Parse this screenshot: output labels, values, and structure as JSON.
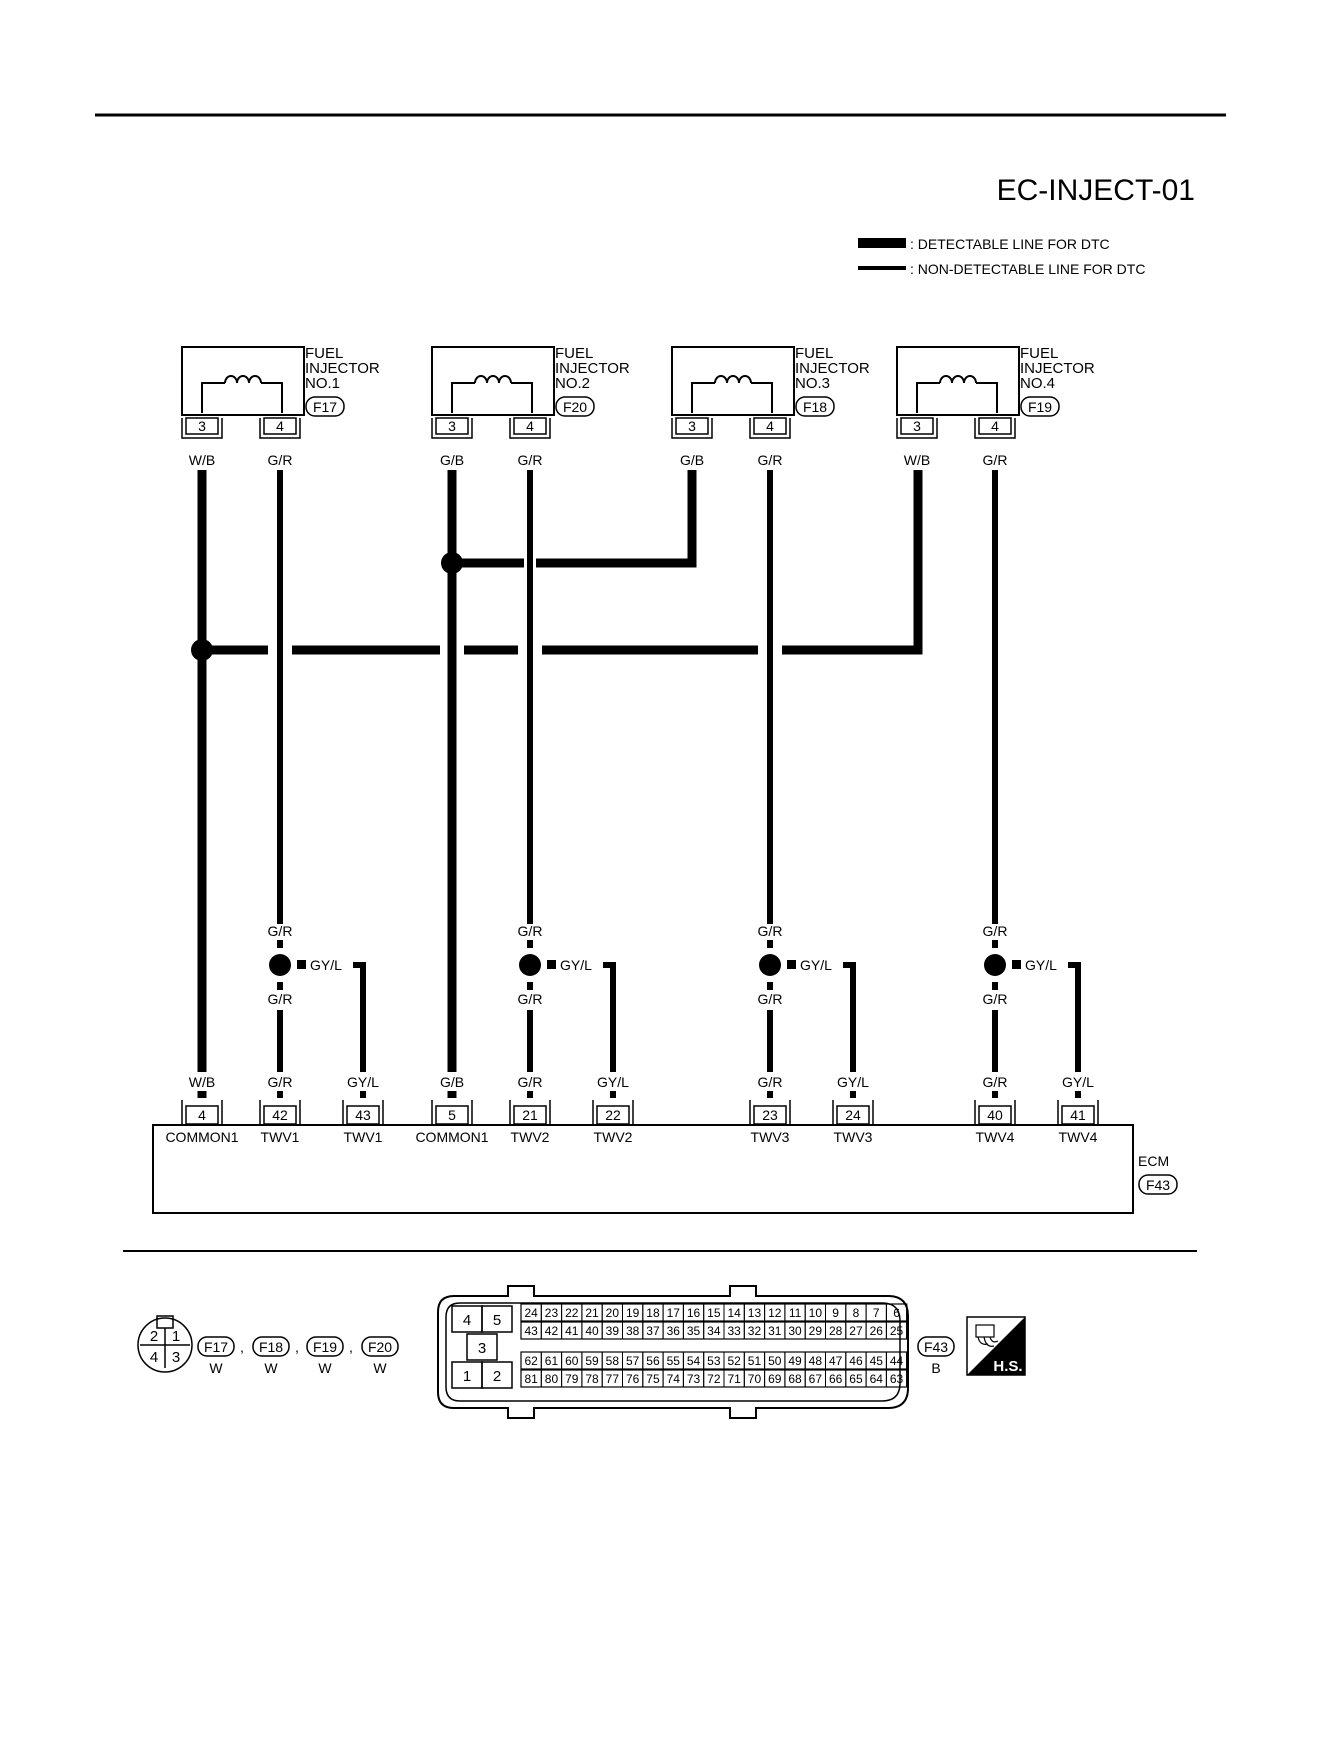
{
  "diagram_id": "EC-INJECT-01",
  "legend": {
    "detectable": ": DETECTABLE LINE FOR DTC",
    "non_detectable": ": NON-DETECTABLE LINE FOR DTC"
  },
  "injectors": [
    {
      "line1": "FUEL",
      "line2": "INJECTOR",
      "line3": "NO.1",
      "connector": "F17",
      "pin_a": "3",
      "pin_b": "4",
      "wire_a": "W/B",
      "wire_b": "G/R"
    },
    {
      "line1": "FUEL",
      "line2": "INJECTOR",
      "line3": "NO.2",
      "connector": "F20",
      "pin_a": "3",
      "pin_b": "4",
      "wire_a": "G/B",
      "wire_b": "G/R"
    },
    {
      "line1": "FUEL",
      "line2": "INJECTOR",
      "line3": "NO.3",
      "connector": "F18",
      "pin_a": "3",
      "pin_b": "4",
      "wire_a": "G/B",
      "wire_b": "G/R"
    },
    {
      "line1": "FUEL",
      "line2": "INJECTOR",
      "line3": "NO.4",
      "connector": "F19",
      "pin_a": "3",
      "pin_b": "4",
      "wire_a": "W/B",
      "wire_b": "G/R"
    }
  ],
  "splices": [
    {
      "upper": "G/R",
      "lower": "G/R",
      "branch": "GY/L"
    },
    {
      "upper": "G/R",
      "lower": "G/R",
      "branch": "GY/L"
    },
    {
      "upper": "G/R",
      "lower": "G/R",
      "branch": "GY/L"
    },
    {
      "upper": "G/R",
      "lower": "G/R",
      "branch": "GY/L"
    }
  ],
  "ecm": {
    "label": "ECM",
    "connector": "F43",
    "pins": [
      {
        "wire": "W/B",
        "pin": "4",
        "name": "COMMON1"
      },
      {
        "wire": "G/R",
        "pin": "42",
        "name": "TWV1"
      },
      {
        "wire": "GY/L",
        "pin": "43",
        "name": "TWV1"
      },
      {
        "wire": "G/B",
        "pin": "5",
        "name": "COMMON1"
      },
      {
        "wire": "G/R",
        "pin": "21",
        "name": "TWV2"
      },
      {
        "wire": "GY/L",
        "pin": "22",
        "name": "TWV2"
      },
      {
        "wire": "G/R",
        "pin": "23",
        "name": "TWV3"
      },
      {
        "wire": "GY/L",
        "pin": "24",
        "name": "TWV3"
      },
      {
        "wire": "G/R",
        "pin": "40",
        "name": "TWV4"
      },
      {
        "wire": "GY/L",
        "pin": "41",
        "name": "TWV4"
      }
    ]
  },
  "connector_views": {
    "small": {
      "pins": [
        "2",
        "1",
        "4",
        "3"
      ],
      "refs": [
        {
          "id": "F17",
          "color": "W"
        },
        {
          "id": "F18",
          "color": "W"
        },
        {
          "id": "F19",
          "color": "W"
        },
        {
          "id": "F20",
          "color": "W"
        }
      ],
      "separator": ","
    },
    "ecm": {
      "big_pins": [
        "4",
        "5",
        "3",
        "1",
        "2"
      ],
      "row1": [
        "24",
        "23",
        "22",
        "21",
        "20",
        "19",
        "18",
        "17",
        "16",
        "15",
        "14",
        "13",
        "12",
        "11",
        "10",
        "9",
        "8",
        "7",
        "6"
      ],
      "row2": [
        "43",
        "42",
        "41",
        "40",
        "39",
        "38",
        "37",
        "36",
        "35",
        "34",
        "33",
        "32",
        "31",
        "30",
        "29",
        "28",
        "27",
        "26",
        "25"
      ],
      "row3": [
        "62",
        "61",
        "60",
        "59",
        "58",
        "57",
        "56",
        "55",
        "54",
        "53",
        "52",
        "51",
        "50",
        "49",
        "48",
        "47",
        "46",
        "45",
        "44"
      ],
      "row4": [
        "81",
        "80",
        "79",
        "78",
        "77",
        "76",
        "75",
        "74",
        "73",
        "72",
        "71",
        "70",
        "69",
        "68",
        "67",
        "66",
        "65",
        "64",
        "63"
      ],
      "ref": {
        "id": "F43",
        "color": "B"
      }
    },
    "hs_badge": "H.S."
  }
}
